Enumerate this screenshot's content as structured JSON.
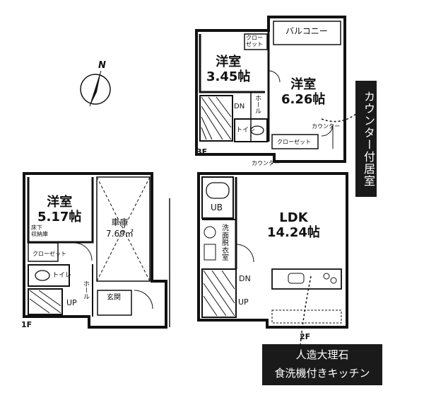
{
  "compass": {
    "letter": "N"
  },
  "floor3": {
    "label": "3F",
    "room_a": {
      "name": "洋室",
      "size": "3.45帖"
    },
    "room_b": {
      "name": "洋室",
      "size": "6.26帖"
    },
    "balcony": "バルコニー",
    "closet_small": "クロー\nゼット",
    "closet_long": "クローゼット",
    "hall": "ホール",
    "toilet": "トイレ",
    "dn": "DN",
    "counter_a": "カウンター",
    "counter_b": "カウンター"
  },
  "floor2": {
    "label": "2F",
    "ldk": {
      "name": "LDK",
      "size": "14.24帖"
    },
    "ub": "UB",
    "washroom": "洗面脱衣室",
    "dn": "DN",
    "up": "UP"
  },
  "floor1": {
    "label": "1F",
    "room": {
      "name": "洋室",
      "size": "5.17帖"
    },
    "garage": {
      "name": "車庫",
      "size": "7.69㎡"
    },
    "underfloor": "床下\n収納庫",
    "closet": "クローゼット",
    "toilet": "トイレ",
    "hall": "ホール",
    "entrance": "玄関",
    "up": "UP"
  },
  "callouts": {
    "counter_room": "カウンター付居室",
    "kitchen_line1": "人造大理石",
    "kitchen_line2": "食洗機付きキッチン"
  }
}
